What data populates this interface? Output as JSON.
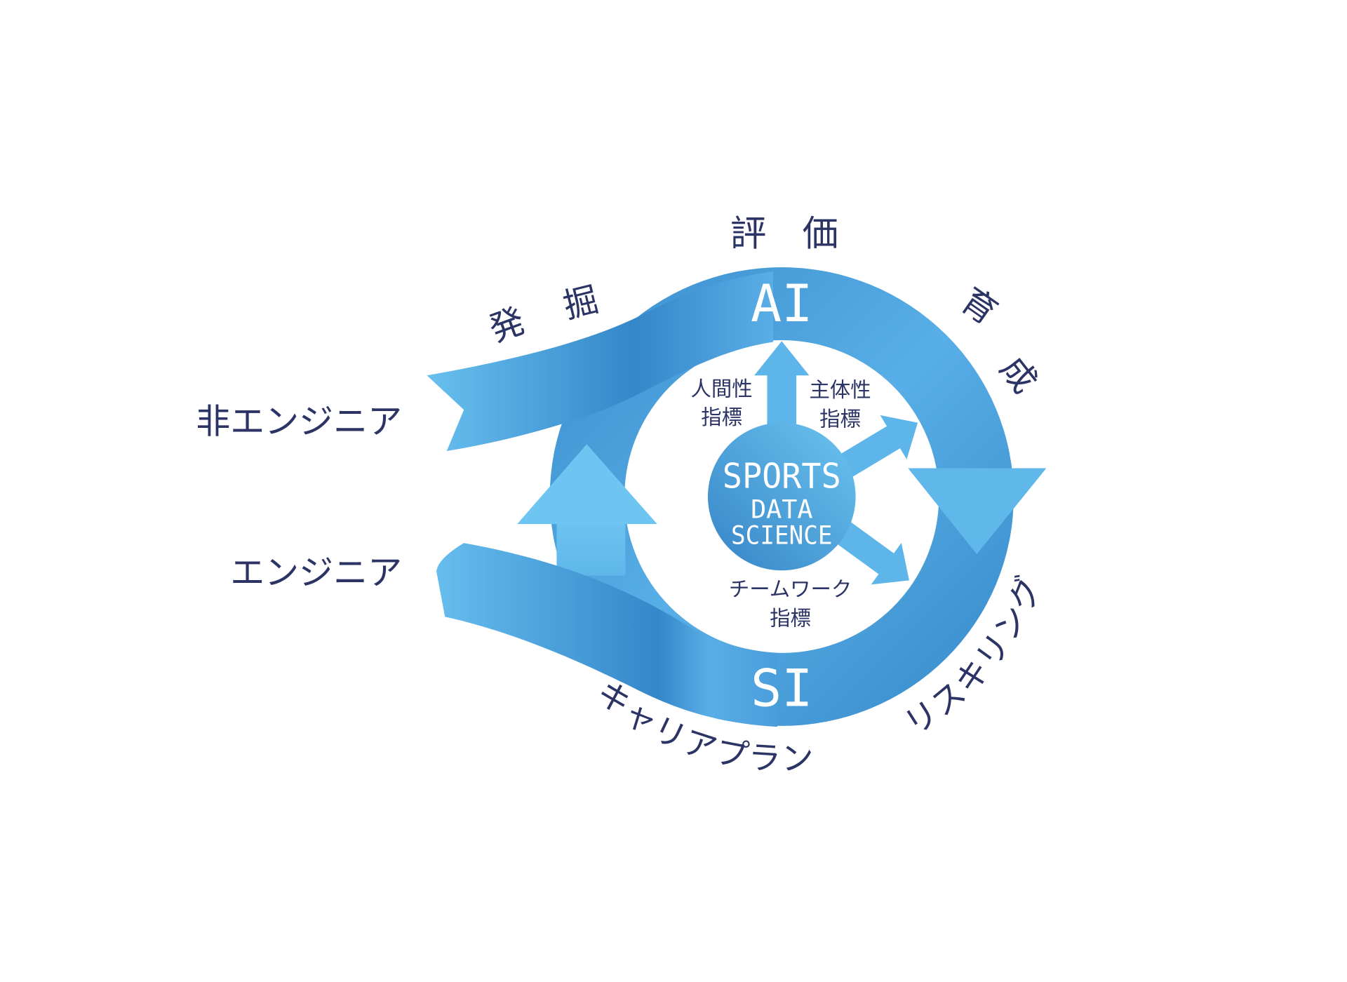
{
  "top_label": "評　価",
  "discovery_label": [
    "発",
    "掘"
  ],
  "training_label": [
    "育",
    "成"
  ],
  "non_engineer_label": "非エンジニア",
  "engineer_label": "エンジニア",
  "ring_top_label": "AI",
  "ring_bottom_label": "SI",
  "career_plan_label": "キャリアプラン",
  "reskilling_label": "リスキリング",
  "center": {
    "line1": "SPORTS",
    "line2": "DATA",
    "line3": "SCIENCE"
  },
  "indicators": {
    "humanity": [
      "人間性",
      "指標"
    ],
    "autonomy": [
      "主体性",
      "指標"
    ],
    "teamwork": [
      "チームワーク",
      "指標"
    ]
  },
  "colors": {
    "light_blue": "#6cc4f0",
    "dark_blue": "#3587c9",
    "text_navy": "#2b3464"
  }
}
